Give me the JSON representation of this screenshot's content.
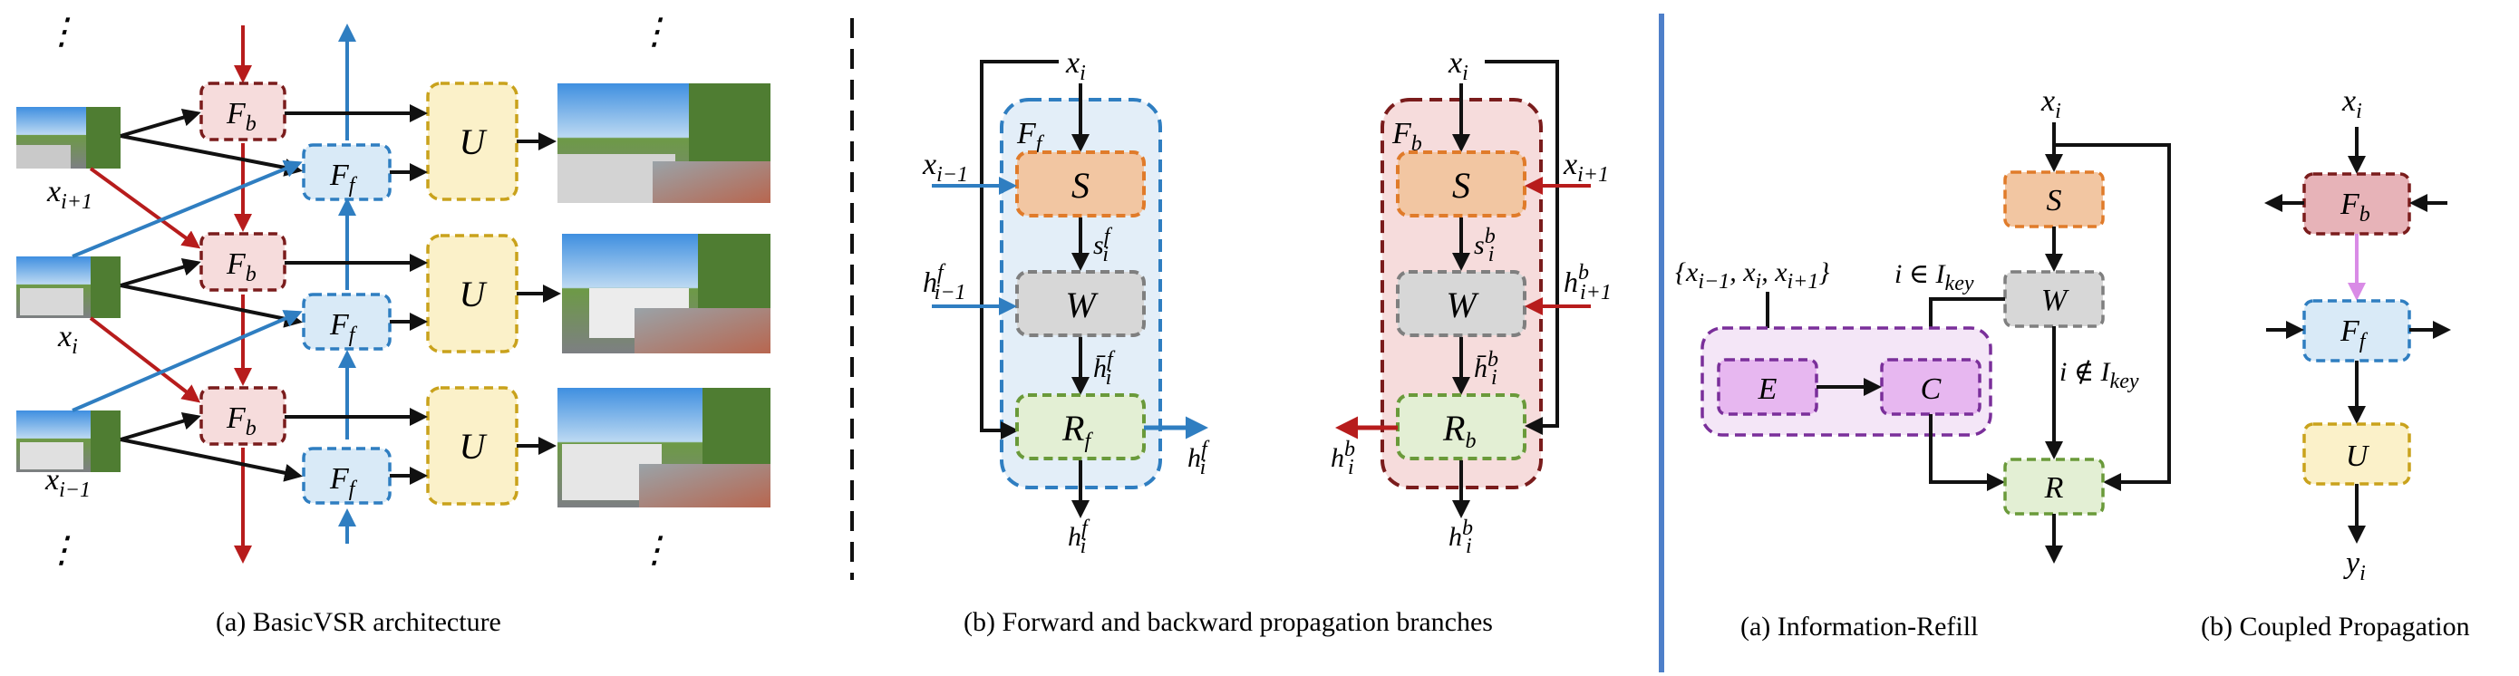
{
  "colors": {
    "red": "#b71c1c",
    "blue": "#2f7ec1",
    "black": "#111111",
    "fb_fill": "#f6dcdc",
    "fb_stroke": "#7a1c1c",
    "ff_fill": "#d9eaf7",
    "ff_stroke": "#2f7ec1",
    "u_fill": "#fbf1c9",
    "u_stroke": "#c9a21c",
    "s_fill": "#f2c6a2",
    "s_stroke": "#e07b2a",
    "w_fill": "#d7d7d7",
    "w_stroke": "#7f7f7f",
    "r_fill": "#e3efd4",
    "r_stroke": "#6a9a3a",
    "e_fill": "#e7b7f0",
    "e_stroke": "#7a2f9a",
    "fb2_fill": "#e7b3b8",
    "coupling_arrow": "#d98be6",
    "divider": "#4e7fc9"
  },
  "captions": {
    "a_left": "(a)  BasicVSR architecture",
    "b_left": "(b)  Forward and backward propagation branches",
    "a_right": "(a)  Information-Refill",
    "b_right": "(b)  Coupled Propagation"
  },
  "ellipsis": "⋮",
  "panel_a": {
    "frame_labels": [
      {
        "base": "x",
        "sub": "i+1"
      },
      {
        "base": "x",
        "sub": "i"
      },
      {
        "base": "x",
        "sub": "i−1"
      }
    ],
    "fb": {
      "base": "F",
      "sub": "b"
    },
    "ff": {
      "base": "F",
      "sub": "f"
    },
    "u": "U"
  },
  "panel_b": {
    "forward": {
      "group": {
        "base": "F",
        "sub": "f"
      },
      "top_input": {
        "base": "x",
        "sub": "i"
      },
      "prev_frame": {
        "base": "x",
        "sub": "i−1"
      },
      "prev_state": {
        "base": "h",
        "sub": "i−1",
        "sup": "f"
      },
      "s": "S",
      "s_out": {
        "base": "s",
        "sub": "i",
        "sup": "f"
      },
      "w": "W",
      "w_out": {
        "base": "h̄",
        "sub": "i",
        "sup": "f"
      },
      "r": {
        "base": "R",
        "sub": "f"
      },
      "r_side": {
        "base": "h",
        "sub": "i",
        "sup": "f"
      },
      "r_down": {
        "base": "h",
        "sub": "i",
        "sup": "f"
      }
    },
    "backward": {
      "group": {
        "base": "F",
        "sub": "b"
      },
      "top_input": {
        "base": "x",
        "sub": "i"
      },
      "next_frame": {
        "base": "x",
        "sub": "i+1"
      },
      "next_state": {
        "base": "h",
        "sub": "i+1",
        "sup": "b"
      },
      "s": "S",
      "s_out": {
        "base": "s",
        "sub": "i",
        "sup": "b"
      },
      "w": "W",
      "w_out": {
        "base": "h̄",
        "sub": "i",
        "sup": "b"
      },
      "r": {
        "base": "R",
        "sub": "b"
      },
      "r_side": {
        "base": "h",
        "sub": "i",
        "sup": "b"
      },
      "r_down": {
        "base": "h",
        "sub": "i",
        "sup": "b"
      }
    }
  },
  "panel_c": {
    "input": {
      "base": "x",
      "sub": "i"
    },
    "s": "S",
    "w": "W",
    "set_label": "{x",
    "set_parts": [
      {
        "base": "{x",
        "sub": "i−1"
      },
      {
        "base": ", x",
        "sub": "i"
      },
      {
        "base": ", x",
        "sub": "i+1"
      },
      {
        "base": "}",
        "sub": ""
      }
    ],
    "key_in": {
      "base": "i ∈ I",
      "sub": "key"
    },
    "key_out": {
      "base": "i ∉ I",
      "sub": "key"
    },
    "e": "E",
    "c": "C",
    "r": "R"
  },
  "panel_d": {
    "input": {
      "base": "x",
      "sub": "i"
    },
    "fb": {
      "base": "F",
      "sub": "b"
    },
    "ff": {
      "base": "F",
      "sub": "f"
    },
    "u": "U",
    "output": {
      "base": "y",
      "sub": "i"
    }
  }
}
